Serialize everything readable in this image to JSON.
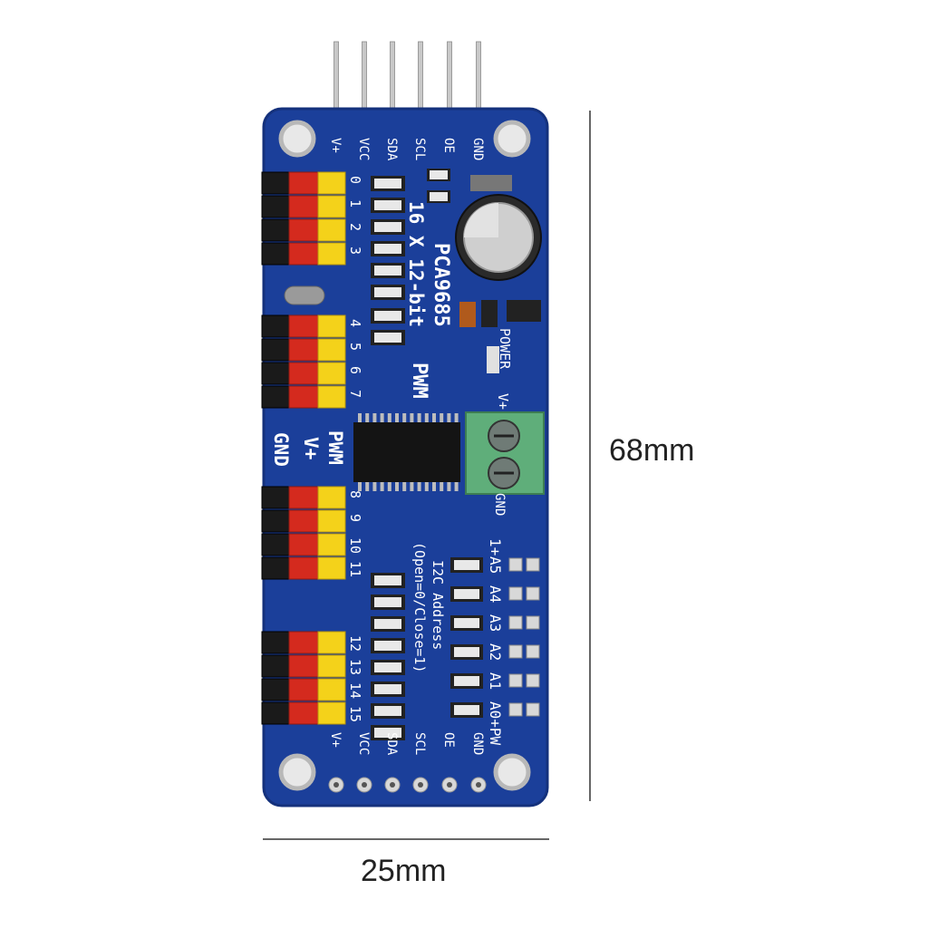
{
  "dimensions": {
    "height": "68mm",
    "width": "25mm"
  },
  "colors": {
    "pcb": "#1b3f9a",
    "header_red": "#d42a1e",
    "header_yellow": "#f4d21a",
    "header_black": "#1a1a1a",
    "terminal_green": "#5fae7a"
  },
  "board": {
    "top_pins": [
      "V+",
      "VCC",
      "SDA",
      "SCL",
      "OE",
      "GND"
    ],
    "bottom_pins": [
      "V+",
      "VCC",
      "SDA",
      "SCL",
      "OE",
      "GND"
    ],
    "chip_lines": [
      "PCA9685",
      "16 X 12-bit",
      "PWM"
    ],
    "channel_numbers": [
      "0",
      "1",
      "2",
      "3",
      "4",
      "5",
      "6",
      "7",
      "8",
      "9",
      "10",
      "11",
      "12",
      "13",
      "14",
      "15"
    ],
    "column_labels": [
      "GND",
      "V+",
      "PWM"
    ],
    "power_label": "POWER",
    "terminal_plus": "V+",
    "terminal_minus": "GND",
    "i2c_lines": [
      "I2C Address",
      "(Open=0/Close=1)"
    ],
    "address_labels": [
      "1+",
      "A5",
      "A4",
      "A3",
      "A2",
      "A1",
      "A0+PW"
    ]
  }
}
